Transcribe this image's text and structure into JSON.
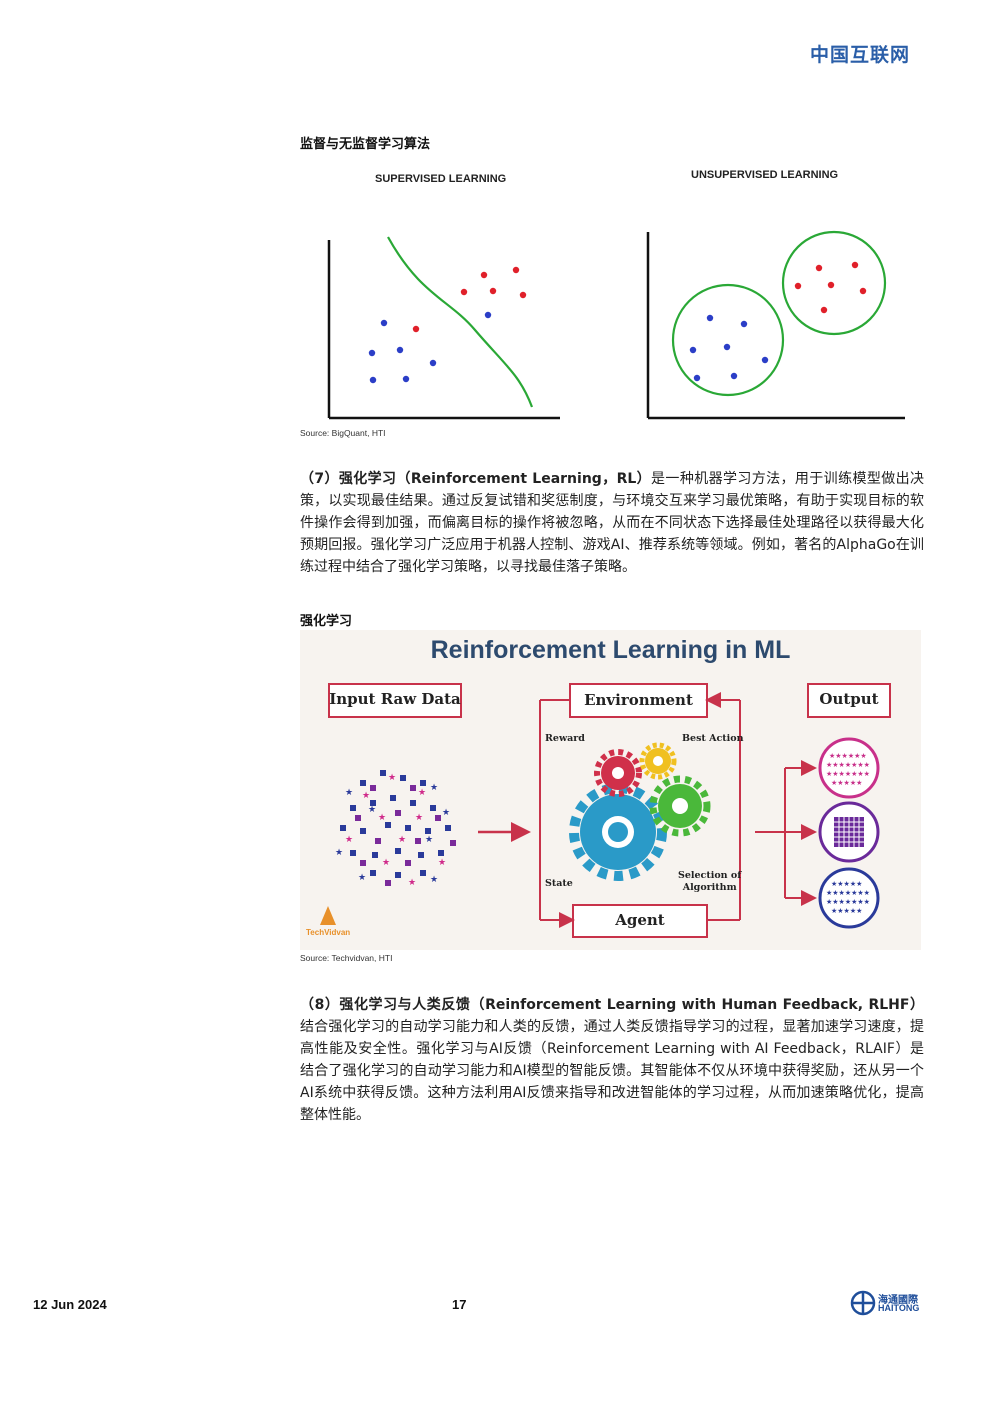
{
  "header": {
    "title": "中国互联网"
  },
  "figure1": {
    "title": "监督与无监督学习算法",
    "left_label": "SUPERVISED LEARNING",
    "right_label": "UNSUPERVISED LEARNING",
    "source": "Source: BigQuant, HTI"
  },
  "section7": {
    "heading": "（7）强化学习（Reinforcement Learning，RL）",
    "body": "是一种机器学习方法，用于训练模型做出决策，以实现最佳结果。通过反复试错和奖惩制度，与环境交互来学习最优策略，有助于实现目标的软件操作会得到加强，而偏离目标的操作将被忽略，从而在不同状态下选择最佳处理路径以获得最大化预期回报。强化学习广泛应用于机器人控制、游戏AI、推荐系统等领域。例如，著名的AlphaGo在训练过程中结合了强化学习策略，以寻找最佳落子策略。"
  },
  "figure2": {
    "title": "强化学习",
    "banner": "Reinforcement Learning in ML",
    "input": "Input Raw Data",
    "environment": "Environment",
    "output": "Output",
    "reward": "Reward",
    "best_action": "Best Action",
    "state": "State",
    "selection_line1": "Selection of",
    "selection_line2": "Algorithm",
    "agent": "Agent",
    "logo": "TechVidvan",
    "source": "Source: Techvidvan, HTI",
    "colors": {
      "banner": "#2d4a6e",
      "arrow": "#c8324a",
      "box_border": "#c8324a"
    }
  },
  "section8": {
    "heading": "（8）强化学习与人类反馈（Reinforcement Learning with Human Feedback, RLHF）",
    "body": "结合强化学习的自动学习能力和人类的反馈，通过人类反馈指导学习的过程，显著加速学习速度，提高性能及安全性。强化学习与AI反馈（Reinforcement Learning with AI Feedback，RLAIF）是结合了强化学习的自动学习能力和AI模型的智能反馈。其智能体不仅从环境中获得奖励，还从另一个AI系统中获得反馈。这种方法利用AI反馈来指导和改进智能体的学习过程，从而加速策略优化，提高整体性能。"
  },
  "footer": {
    "date": "12 Jun 2024",
    "page": "17",
    "logo_cn": "海通國際",
    "logo_en": "HAITONG"
  }
}
